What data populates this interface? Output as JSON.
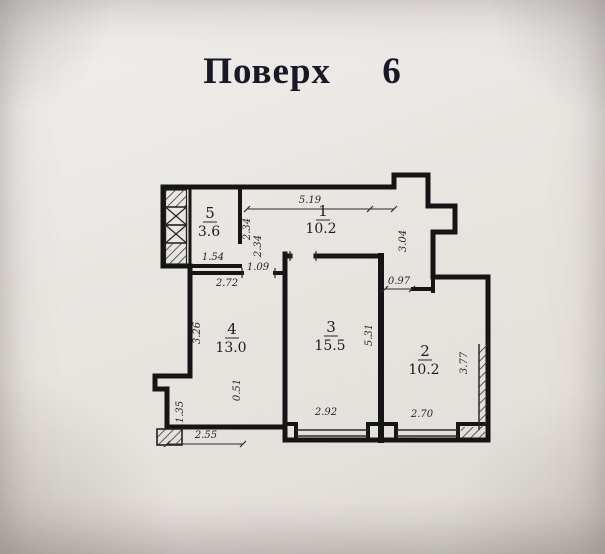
{
  "title": "Поверх     6",
  "rooms": {
    "r1": {
      "number": "1",
      "area": "10.2"
    },
    "r2": {
      "number": "2",
      "area": "10.2"
    },
    "r3": {
      "number": "3",
      "area": "15.5"
    },
    "r4": {
      "number": "4",
      "area": "13.0"
    },
    "r5": {
      "number": "5",
      "area": "3.6"
    }
  },
  "dims": {
    "hall_top_width": "5.19",
    "shaft_col_height_a": "2.34",
    "shaft_col_height_b": "2.34",
    "room5_width": "1.54",
    "room5_door_gap": "1.09",
    "room4_top_width": "2.72",
    "room4_left_height": "3.26",
    "room4_niche": "0.51",
    "left_wall_lower": "1.35",
    "room4_bottom_width": "2.55",
    "room3_width": "2.92",
    "room3_height": "5.31",
    "hall_right_height": "3.04",
    "room2_door_width": "0.97",
    "room2_width": "2.70",
    "room2_height": "3.77"
  }
}
